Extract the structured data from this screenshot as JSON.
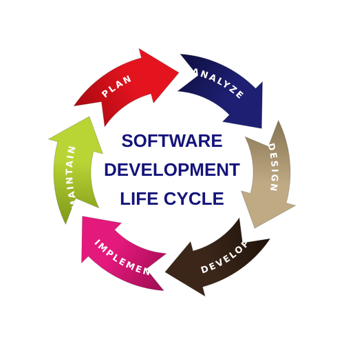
{
  "title_lines": [
    "SOFTWARE",
    "DEVELOPMENT",
    "LIFE CYCLE"
  ],
  "stages": [
    {
      "label": "PLAN",
      "color": "#e4141f",
      "color_dark": "#b00a12"
    },
    {
      "label": "ANALYZE",
      "color": "#1e1f72",
      "color_dark": "#111147"
    },
    {
      "label": "DESIGN",
      "color": "#bfaa84",
      "color_dark": "#8e7b58"
    },
    {
      "label": "DEVELOP",
      "color": "#3b2619",
      "color_dark": "#23150c"
    },
    {
      "label": "IMPLEMENT",
      "color": "#e4197c",
      "color_dark": "#a80e58"
    },
    {
      "label": "MAINTAIN",
      "color": "#b9d535",
      "color_dark": "#86a01c"
    }
  ]
}
